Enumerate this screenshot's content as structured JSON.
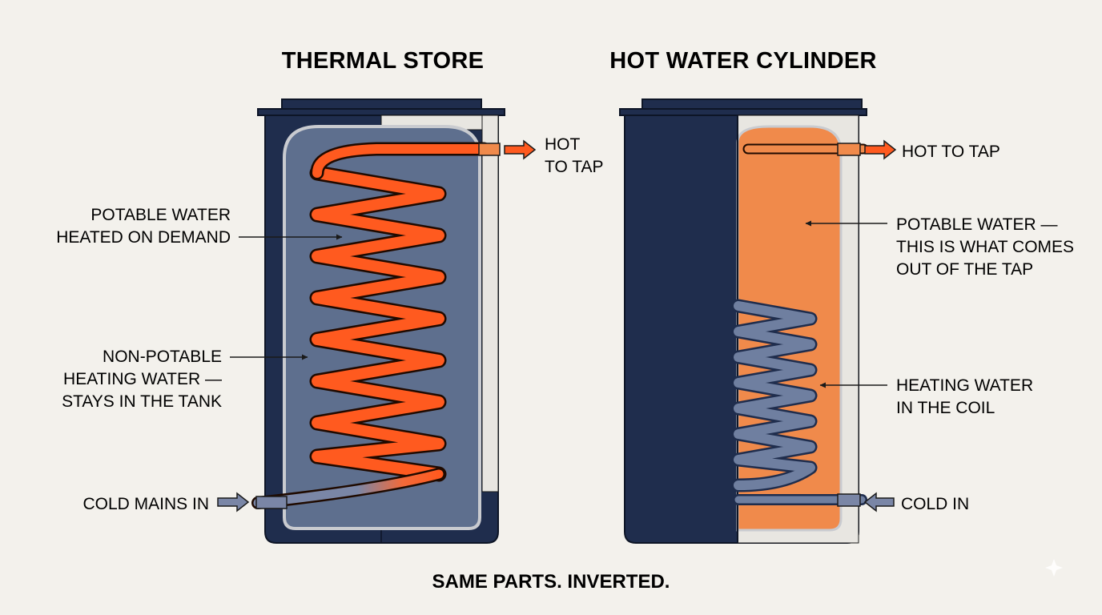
{
  "left_panel": {
    "title": "THERMAL STORE",
    "labels": {
      "hot_line1": "HOT",
      "hot_line2": "TO TAP",
      "potable_line1": "POTABLE WATER",
      "potable_line2": "HEATED ON DEMAND",
      "nonpotable_line1": "NON-POTABLE",
      "nonpotable_line2": "HEATING WATER —",
      "nonpotable_line3": "STAYS IN THE TANK",
      "cold": "COLD MAINS IN"
    }
  },
  "right_panel": {
    "title": "HOT WATER CYLINDER",
    "labels": {
      "hot": "HOT TO TAP",
      "potable_line1": "POTABLE WATER —",
      "potable_line2": "THIS IS WHAT COMES",
      "potable_line3": "OUT OF THE TAP",
      "heating_line1": "HEATING WATER",
      "heating_line2": "IN THE COIL",
      "cold": "COLD IN"
    }
  },
  "footer": "SAME PARTS. INVERTED.",
  "colors": {
    "background": "#f3f1ec",
    "tank_navy": "#1f2d4d",
    "heating_water_blue": "#5e6f8e",
    "coil_orange": "#ff5a1f",
    "potable_orange": "#f08a4b",
    "cold_pipe_blue": "#6f7fa0",
    "text": "#161616"
  },
  "icons": [
    "hot-outlet-arrow-icon",
    "cold-inlet-arrow-icon",
    "leader-arrow-icon"
  ]
}
